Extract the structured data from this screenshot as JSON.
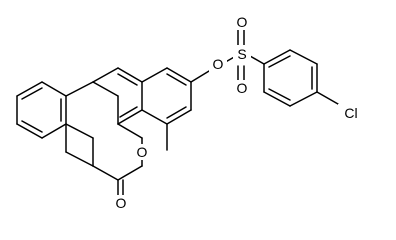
{
  "molecule": {
    "atoms": {
      "o_ester": "O",
      "o_carbonyl": "O",
      "o_link": "O",
      "s": "S",
      "o_s_top": "O",
      "o_s_bottom": "O",
      "cl": "Cl"
    }
  }
}
